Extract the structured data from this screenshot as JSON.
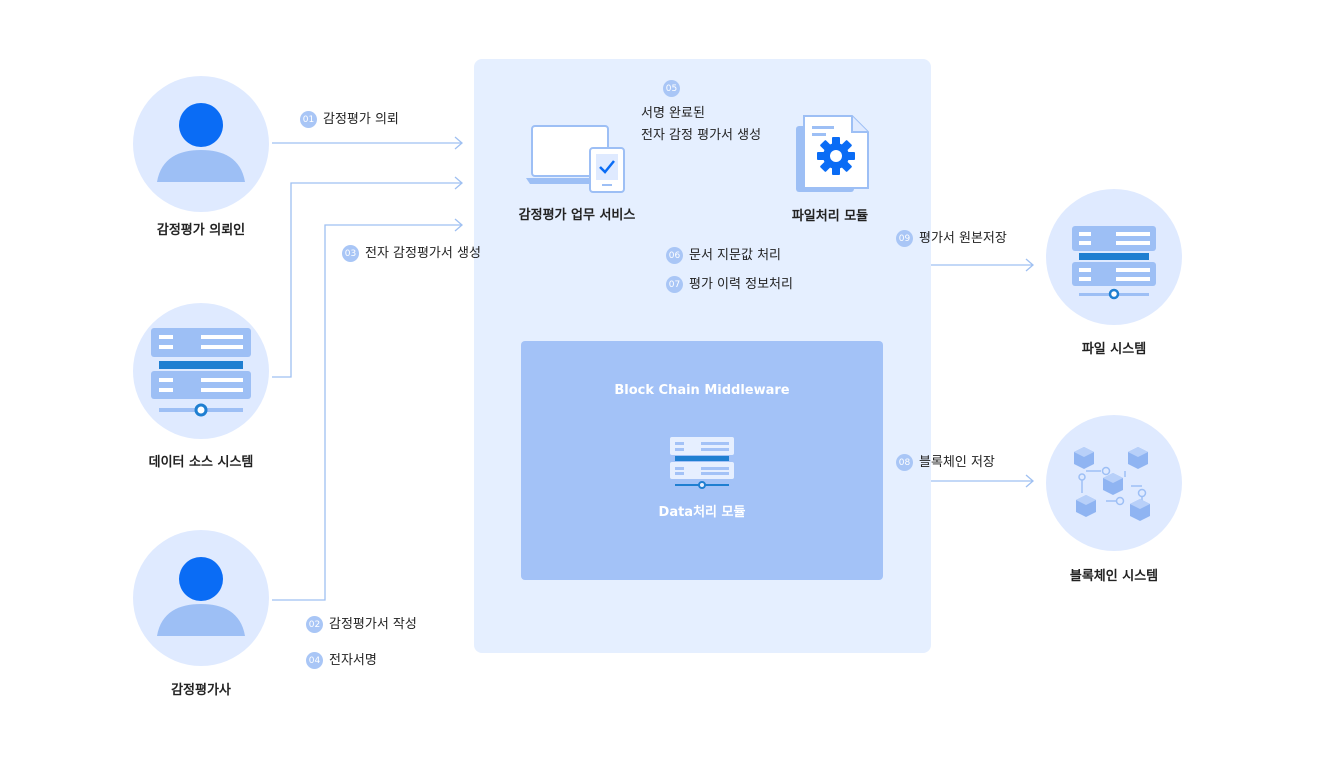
{
  "nodes": {
    "requester": "감정평가 의뢰인",
    "data_source": "데이터 소스 시스템",
    "appraiser": "감정평가사",
    "file_system": "파일 시스템",
    "blockchain_system": "블록체인 시스템"
  },
  "service": {
    "business": "감정평가 업무 서비스",
    "file_module": "파일처리 모듈"
  },
  "middleware": {
    "title": "Block Chain Middleware",
    "module": "Data처리 모듈"
  },
  "steps": [
    {
      "num": "01",
      "text": "감정평가 의뢰"
    },
    {
      "num": "02",
      "text": "감정평가서 작성"
    },
    {
      "num": "03",
      "text": "전자 감정평가서 생성"
    },
    {
      "num": "04",
      "text": "전자서명"
    },
    {
      "num": "05",
      "line1": "서명 완료된",
      "line2": "전자 감정 평가서 생성"
    },
    {
      "num": "06",
      "text": "문서 지문값 처리"
    },
    {
      "num": "07",
      "text": "평가 이력 정보처리"
    },
    {
      "num": "08",
      "text": "블록체인 저장"
    },
    {
      "num": "09",
      "text": "평가서 원본저장"
    }
  ],
  "colors": {
    "panel": "#e5efff",
    "middleware": "#a3c2f7",
    "accent": "#0a6cf5",
    "line": "#9fc0f2",
    "badge": "#a9c6f6"
  }
}
